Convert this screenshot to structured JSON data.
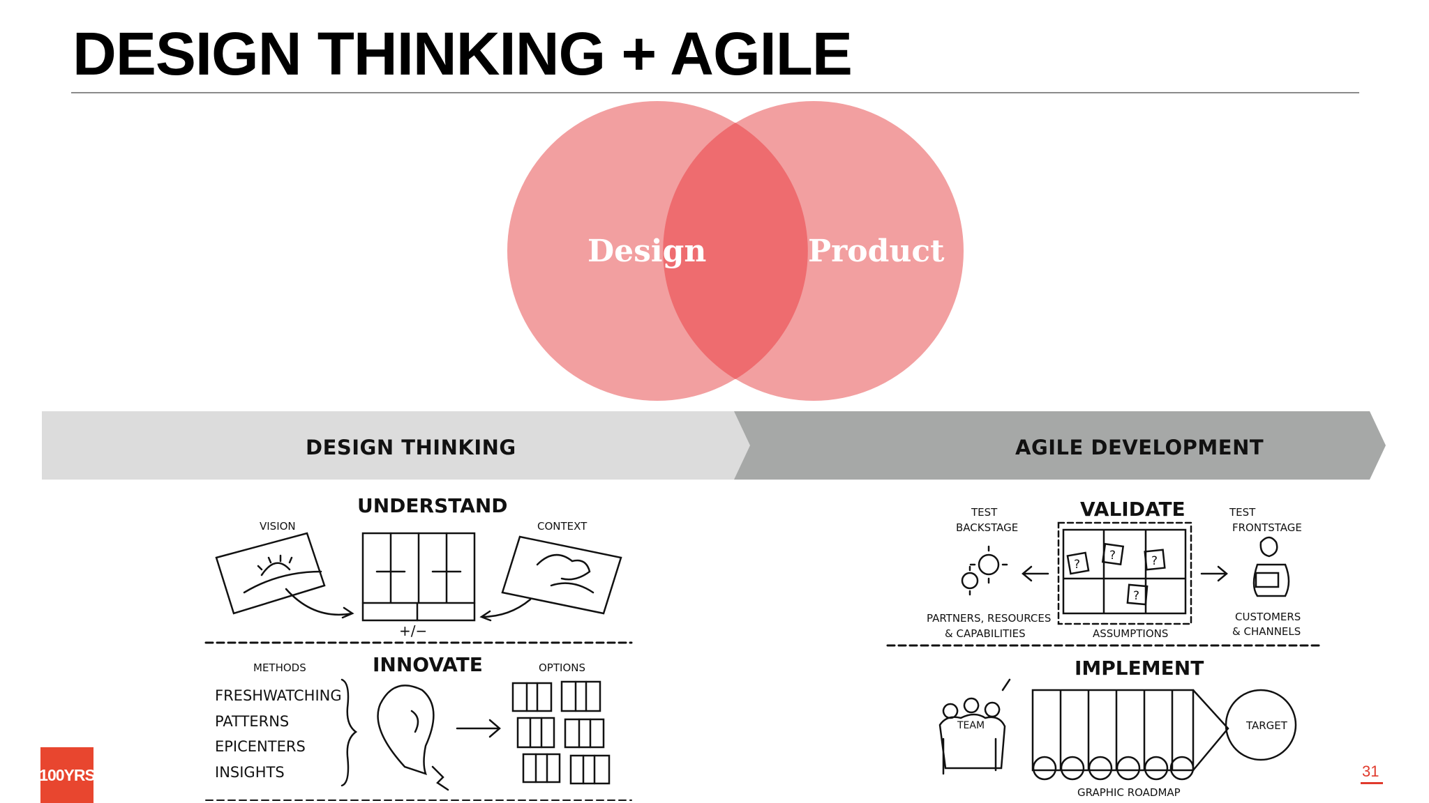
{
  "slide": {
    "title": "DESIGN THINKING + AGILE",
    "page_number": "31",
    "logo_text": "100YRS"
  },
  "venn": {
    "left_label": "Design",
    "right_label": "Product",
    "circle_color": "#f19a9b",
    "overlap_color": "#ed6e71"
  },
  "phases": {
    "design_thinking_label": "DESIGN THINKING",
    "agile_label": "AGILE DEVELOPMENT"
  },
  "design_sketch": {
    "understand": "UNDERSTAND",
    "vision": "VISION",
    "context": "CONTEXT",
    "plus_minus": "+/−",
    "methods": "METHODS",
    "innovate": "INNOVATE",
    "options": "OPTIONS",
    "bullets": [
      "FRESHWATCHING",
      "PATTERNS",
      "EPICENTERS",
      "INSIGHTS"
    ]
  },
  "agile_sketch": {
    "test_backstage_1": "TEST",
    "test_backstage_2": "BACKSTAGE",
    "validate": "VALIDATE",
    "test_frontstage_1": "TEST",
    "test_frontstage_2": "FRONTSTAGE",
    "partners_1": "PARTNERS, RESOURCES",
    "partners_2": "& CAPABILITIES",
    "assumptions": "ASSUMPTIONS",
    "customers_1": "CUSTOMERS",
    "customers_2": "& CHANNELS",
    "implement": "IMPLEMENT",
    "team": "TEAM",
    "target": "TARGET",
    "roadmap": "GRAPHIC ROADMAP",
    "question": "?"
  }
}
